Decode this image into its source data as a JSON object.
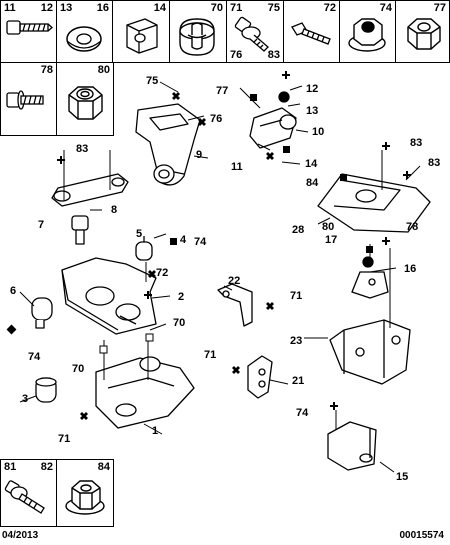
{
  "top_row": [
    {
      "left": "11",
      "right": "12",
      "icon": "bolt-icon"
    },
    {
      "left": "13",
      "right": "16",
      "icon": "washer-icon"
    },
    {
      "left": "",
      "right": "14",
      "icon": "clip-nut-icon"
    },
    {
      "left": "",
      "right": "70",
      "icon": "rubber-bush-icon"
    },
    {
      "left": "71",
      "right": "75",
      "bottom_left": "76",
      "bottom_right": "83",
      "icon": "flange-bolt-icon"
    },
    {
      "left": "",
      "right": "72",
      "icon": "screw-icon"
    },
    {
      "left": "",
      "right": "74",
      "icon": "flange-nut-icon"
    },
    {
      "left": "",
      "right": "77",
      "icon": "hex-nut-icon"
    }
  ],
  "second_row": [
    {
      "left": "",
      "right": "78",
      "icon": "short-bolt-icon"
    },
    {
      "left": "",
      "right": "80",
      "icon": "self-locking-nut-icon"
    }
  ],
  "bottom_row": [
    {
      "left": "81",
      "right": "82",
      "icon": "flange-bolt-icon"
    },
    {
      "left": "",
      "right": "84",
      "icon": "flange-nut-icon"
    }
  ],
  "callouts": [
    "1",
    "2",
    "3",
    "4",
    "5",
    "6",
    "7",
    "8",
    "9",
    "10",
    "11",
    "12",
    "13",
    "14",
    "15",
    "16",
    "17",
    "21",
    "22",
    "23",
    "28",
    "70",
    "71",
    "72",
    "74",
    "75",
    "76",
    "77",
    "78",
    "80",
    "83",
    "84"
  ],
  "footer": {
    "date": "04/2013",
    "code": "00015574"
  },
  "colors": {
    "ink": "#000000",
    "paper": "#ffffff"
  }
}
